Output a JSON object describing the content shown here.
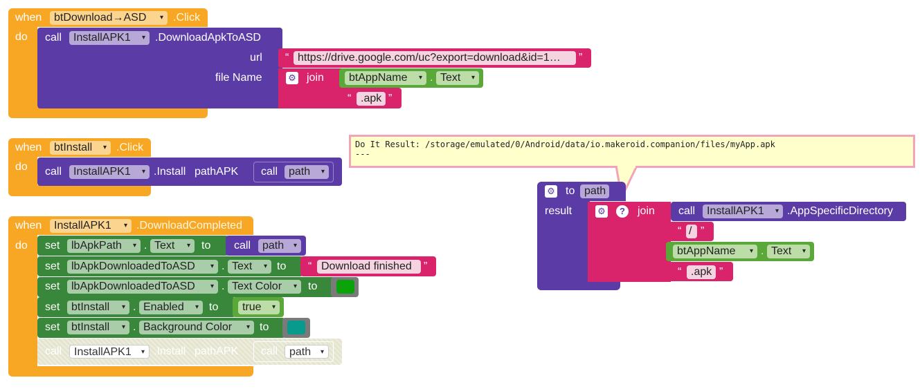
{
  "colors": {
    "event": "#F7A724",
    "procedure": "#5B3BA6",
    "text": "#D9236B",
    "component": "#5AA73A",
    "setter": "#38873A",
    "swatch_green": "#0AA30A",
    "swatch_teal": "#089A8C"
  },
  "keywords": {
    "when": "when",
    "do": "do",
    "call": "call",
    "set": "set",
    "to": "to",
    "join": "join",
    "result": "result",
    "open_quote": "“",
    "close_quote": "”",
    "dot": ".",
    "arrow": "▾",
    "gear": "⚙",
    "help": "?"
  },
  "block1": {
    "component": "btDownload→ASD",
    "event": ".Click",
    "call_component": "InstallAPK1",
    "method": ".DownloadApkToASD",
    "param_url": "url",
    "url_value": "https://drive.google.com/uc?export=download&id=1…",
    "param_file": "file Name",
    "join_component": "btAppName",
    "join_property": "Text",
    "ext_value": ".apk"
  },
  "block2": {
    "component": "btInstall",
    "event": ".Click",
    "call_component": "InstallAPK1",
    "method": ".Install",
    "param": "pathAPK",
    "path_var": "path"
  },
  "block3": {
    "component": "InstallAPK1",
    "event": ".DownloadCompleted",
    "rows": [
      {
        "comp": "lbApkPath",
        "prop": "Text",
        "value_call": "call",
        "value_var": "path"
      },
      {
        "comp": "lbApkDownloadedToASD",
        "prop": "Text",
        "value_text": "Download finished"
      },
      {
        "comp": "lbApkDownloadedToASD",
        "prop": "Text Color"
      },
      {
        "comp": "btInstall",
        "prop": "Enabled",
        "value_bool": "true"
      },
      {
        "comp": "btInstall",
        "prop": "Background Color"
      }
    ],
    "disabled_call": {
      "component": "InstallAPK1",
      "method": ".Install",
      "param": "pathAPK",
      "path_var": "path"
    }
  },
  "procedure": {
    "name_label": "to",
    "name": "path",
    "result": "result",
    "call_component": "InstallAPK1",
    "call_method": ".AppSpecificDirectory",
    "slash": "/",
    "comp": "btAppName",
    "prop": "Text",
    "ext": ".apk"
  },
  "tooltip": {
    "line1": "Do It Result: /storage/emulated/0/Android/data/io.makeroid.companion/files/myApp.apk",
    "line2": "---"
  }
}
